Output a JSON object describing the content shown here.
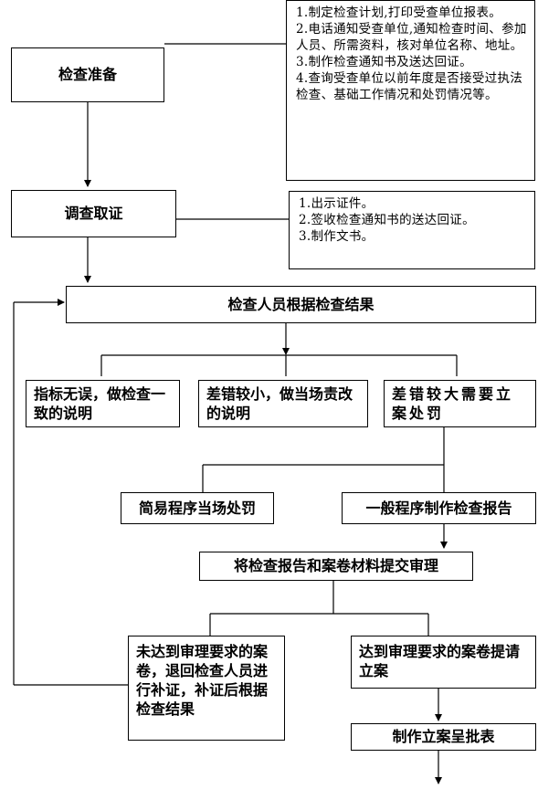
{
  "steps": {
    "prepare": "检查准备",
    "evidence": "调查取证",
    "result": "检查人员根据检查结果",
    "no_error": "指标无误，做检查一致的说明",
    "small_error": "差错较小，做当场责改的说明",
    "large_error": "差错较大需要立案处罚",
    "simple_procedure": "简易程序当场处罚",
    "general_procedure": "一般程序制作检查报告",
    "submit_review": "将检查报告和案卷材料提交审理",
    "not_meet": "未达到审理要求的案卷，退回检查人员进行补证，补证后根据检查结果",
    "meet": "达到审理要求的案卷提请立案",
    "approval_form": "制作立案呈批表"
  },
  "notes": {
    "prepare_lines": [
      "1.制定检查计划,打印受查单位报表。",
      "2.电话通知受查单位,通知检查时间、参加人员、所需资料，核对单位名称、地址。",
      "3.制作检查通知书及送达回证。",
      "4.查询受查单位以前年度是否接受过执法检查、基础工作情况和处罚情况等。"
    ],
    "evidence_lines": [
      "1.出示证件。",
      "2.签收检查通知书的送达回证。",
      "3.制作文书。"
    ]
  }
}
